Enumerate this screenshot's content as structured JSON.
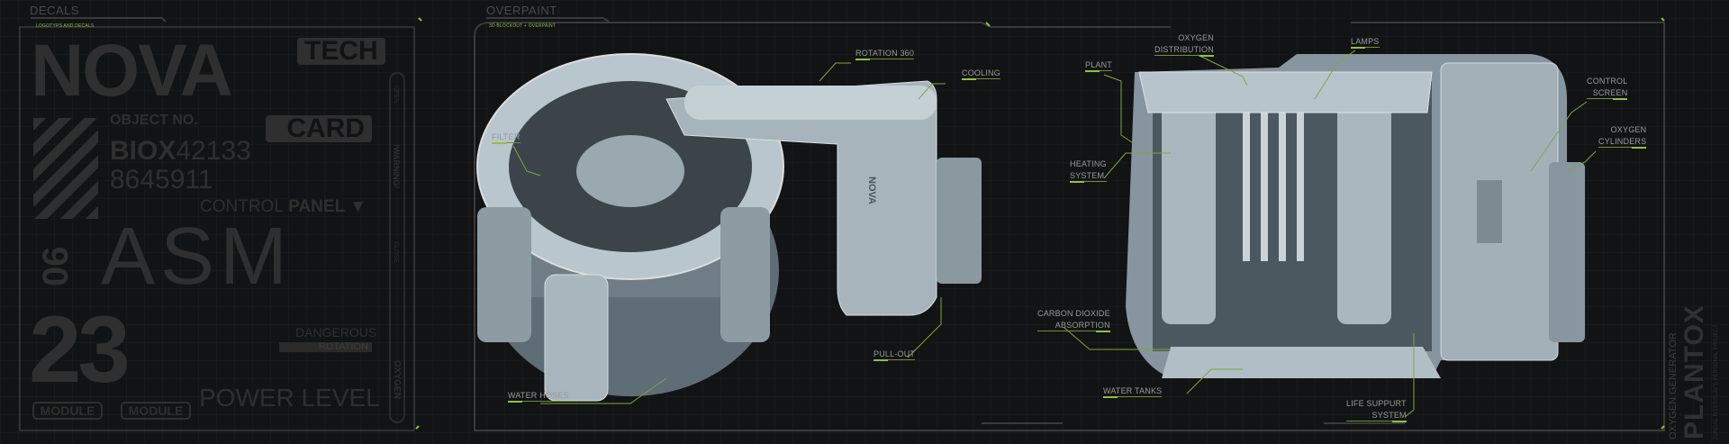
{
  "decals_panel": {
    "title": "DECALS",
    "subtitle": "LOGOTYPS AND DECALS",
    "nova": "NOVA",
    "tech": "TECH",
    "object_no": "OBJECT NO.",
    "biox_bold": "BIOX",
    "biox_num": "42133",
    "serial": "8645911",
    "card": "CARD",
    "control": "CONTROL",
    "panel": "PANEL",
    "asm": "ASM",
    "code_06": "06",
    "big_23": "23",
    "module_1": "MODULE",
    "module_2": "MODULE",
    "dangerous": "DANGEROUS",
    "rotation": "ROTATION",
    "power_level": "POWER LEVEL",
    "side_open": "OPEN",
    "side_warning": "!WARNING!",
    "side_close": "CLOSE",
    "side_oxygen": "OXYGEN"
  },
  "overpaint_panel": {
    "title": "OVERPAINT",
    "subtitle": "3D BLOCKOUT + OVERPAINT",
    "callouts_left": [
      {
        "text": "FILTER"
      },
      {
        "text": "ROTATION 360"
      },
      {
        "text": "COOLING"
      },
      {
        "text": "PULL-OUT"
      },
      {
        "text": "WATER HOSES"
      }
    ],
    "callouts_right": [
      {
        "line1": "OXYGEN",
        "line2": "DISTRIBUTION"
      },
      {
        "line1": "PLANT"
      },
      {
        "line1": "LAMPS"
      },
      {
        "line1": "CONTROL",
        "line2": "SCREEN"
      },
      {
        "line1": "OXYGEN",
        "line2": "CYLINDERS"
      },
      {
        "line1": "HEATING",
        "line2": "SYSTEM"
      },
      {
        "line1": "CARBON DIOXIDE",
        "line2": "ABSORPTION"
      },
      {
        "line1": "WATER TANKS"
      },
      {
        "line1": "LIFE SUPPURT",
        "line2": "SYSTEM"
      }
    ],
    "machine_brand": "NOVA"
  },
  "title_block": {
    "category": "OXYGEN GENERATOR",
    "name": "PLANTOX",
    "credit": "ZUNDAL ROSTISLAV'S PERSONAL PROJECT"
  },
  "colors": {
    "accent": "#8fc23c",
    "decal": "#2f2f2f",
    "background": "#121314",
    "model": "#aebdc6"
  }
}
